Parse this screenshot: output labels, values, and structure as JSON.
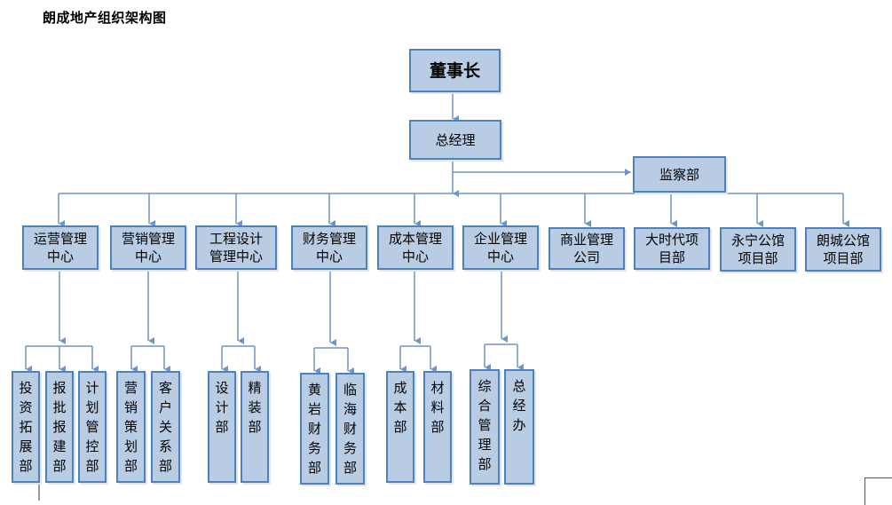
{
  "title": "朗成地产组织架构图",
  "nodes": {
    "chairman": "董事长",
    "gm": "总经理",
    "supervision": "监察部",
    "centers": [
      "运营管理中心",
      "营销管理中心",
      "工程设计管理中心",
      "财务管理中心",
      "成本管理中心",
      "企业管理中心",
      "商业管理公司",
      "大时代项目部",
      "永宁公馆项目部",
      "朗城公馆项目部"
    ],
    "center_lines": [
      [
        "运营管理",
        "中心"
      ],
      [
        "营销管理",
        "中心"
      ],
      [
        "工程设计",
        "管理中心"
      ],
      [
        "财务管理",
        "中心"
      ],
      [
        "成本管理",
        "中心"
      ],
      [
        "企业管理",
        "中心"
      ],
      [
        "商业管理",
        "公司"
      ],
      [
        "大时代项",
        "目部"
      ],
      [
        "永宁公馆",
        "项目部"
      ],
      [
        "朗城公馆",
        "项目部"
      ]
    ],
    "departments": [
      "投资拓展部",
      "报批报建部",
      "计划管控部",
      "营销策划部",
      "客户关系部",
      "设计部",
      "精装部",
      "黄岩财务部",
      "临海财务部",
      "成本部",
      "材料部",
      "综合管理部",
      "总经办"
    ]
  },
  "colors": {
    "box_fill": "#b8cce4",
    "box_border": "#4f81bd",
    "connector": "#6f95c6"
  }
}
